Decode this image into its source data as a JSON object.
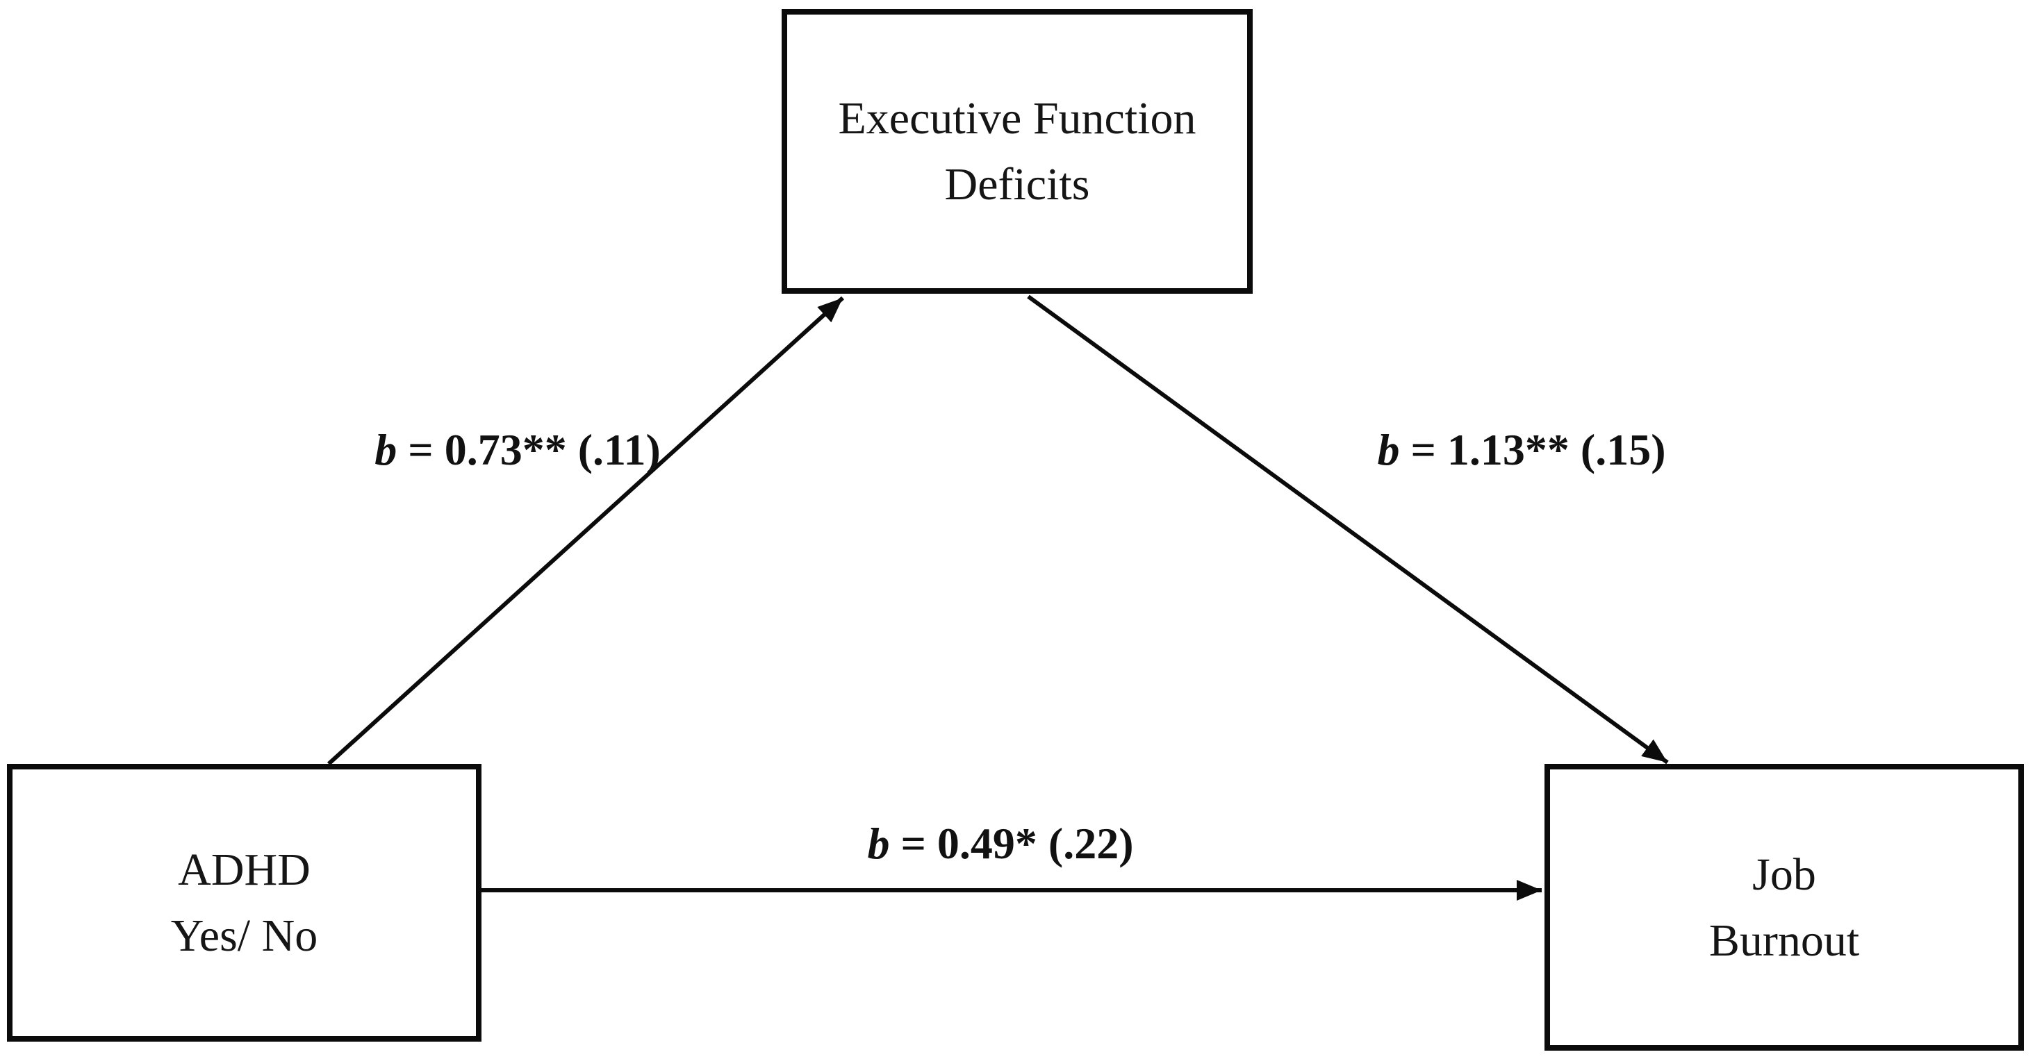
{
  "figure": {
    "type": "mediation-path-diagram",
    "background_color": "#ffffff",
    "line_color": "#0b0b0b",
    "text_color": "#151515",
    "nodes": {
      "mediator": {
        "line1": "Executive Function",
        "line2": "Deficits"
      },
      "predictor": {
        "line1": "ADHD",
        "line2": "Yes/ No"
      },
      "outcome": {
        "line1": "Job",
        "line2": "Burnout"
      }
    },
    "paths": {
      "a_predictor_to_mediator": {
        "coef_var": "b",
        "coef_text": " = 0.73** (.11)"
      },
      "b_mediator_to_outcome": {
        "coef_var": "b",
        "coef_text": " = 1.13** (.15)"
      },
      "c_predictor_to_outcome": {
        "coef_var": "b",
        "coef_text": " = 0.49* (.22)"
      }
    }
  }
}
